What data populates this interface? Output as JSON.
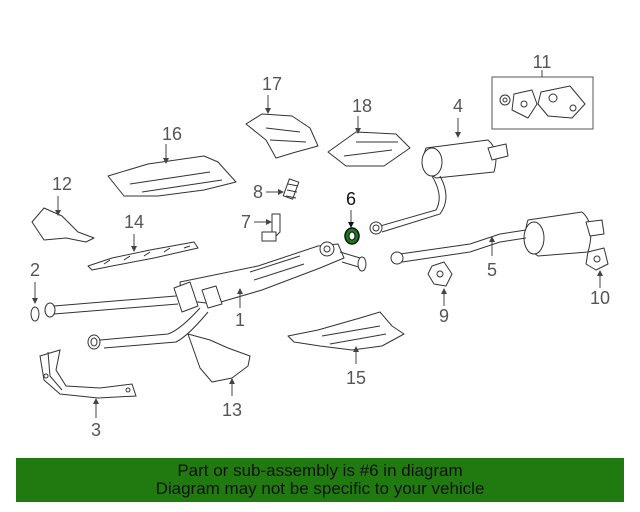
{
  "diagram": {
    "callouts": {
      "c1": "1",
      "c2": "2",
      "c3": "3",
      "c4": "4",
      "c5": "5",
      "c6": "6",
      "c7": "7",
      "c8": "8",
      "c9": "9",
      "c10": "10",
      "c11": "11",
      "c12": "12",
      "c13": "13",
      "c14": "14",
      "c15": "15",
      "c16": "16",
      "c17": "17",
      "c18": "18"
    },
    "highlight_part": "6",
    "highlight_color": "#1a7a1a"
  },
  "banner": {
    "line1": "Part or sub-assembly is #6 in diagram",
    "line2": "Diagram may not be specific to your vehicle",
    "color": "#217a10"
  }
}
